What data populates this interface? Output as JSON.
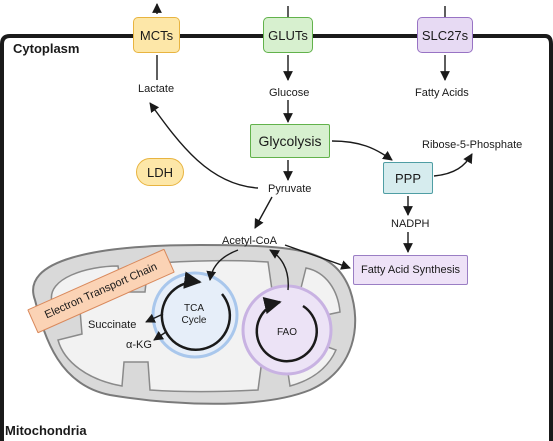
{
  "regions": {
    "cytoplasm": "Cytoplasm",
    "mitochondria": "Mitochondria"
  },
  "transporters": {
    "mcts": "MCTs",
    "gluts": "GLUTs",
    "slc27s": "SLC27s"
  },
  "metabolites": {
    "lactate": "Lactate",
    "glucose": "Glucose",
    "fatty_acids": "Fatty Acids",
    "ribose_5_phosphate": "Ribose-5-Phosphate",
    "pyruvate": "Pyruvate",
    "nadph": "NADPH",
    "acetyl_coa": "Acetyl-CoA",
    "succinate": "Succinate",
    "alpha_kg": "α-KG"
  },
  "processes": {
    "glycolysis": "Glycolysis",
    "ppp": "PPP",
    "fatty_acid_synthesis": "Fatty Acid Synthesis",
    "ldh": "LDH",
    "electron_transport_chain": "Electron Transport Chain",
    "tca_cycle": "TCA Cycle",
    "fao": "FAO"
  },
  "colors": {
    "membrane": "#1a1a1a",
    "mito_outer_fill": "#d9d9d9",
    "mito_outer_stroke": "#7a7a7a",
    "mito_inner_fill": "#f2f2f2",
    "glycolysis_green": "#62b24b",
    "mct_yellow": "#e8b440",
    "lipid_purple": "#9873c4",
    "ppp_teal": "#4f9ea4",
    "tca_blue": "#a9c7ec",
    "etc_orange": "#d9895c"
  }
}
